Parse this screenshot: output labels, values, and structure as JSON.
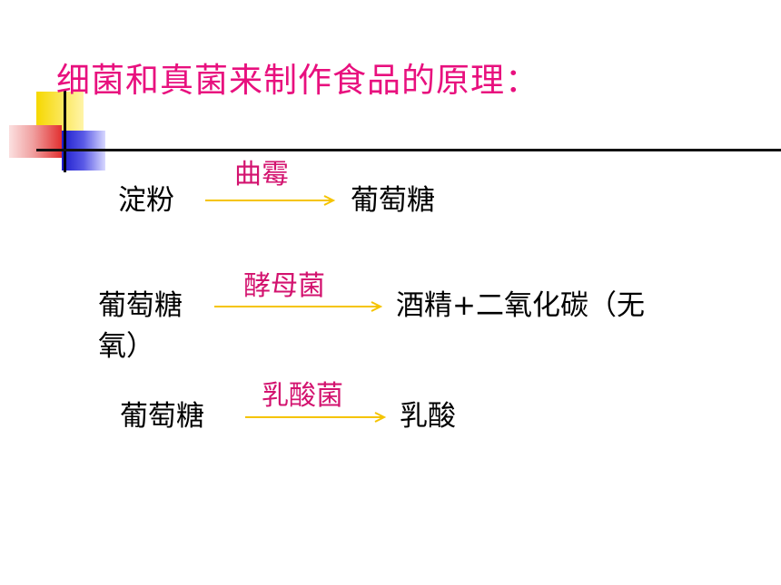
{
  "title": "细菌和真菌来制作食品的原理：",
  "reactions": [
    {
      "reactant": "淀粉",
      "agent": "曲霉",
      "product": "葡萄糖"
    },
    {
      "reactant": "葡萄糖",
      "agent": "酵母菌",
      "product_line1": "酒精+二氧化碳（无",
      "product_line2": "氧）"
    },
    {
      "reactant": "葡萄糖",
      "agent": "乳酸菌",
      "product": "乳酸"
    }
  ],
  "colors": {
    "title": "#e8107e",
    "agent_label": "#d3136f",
    "arrow": "#f5c400",
    "text": "#000000"
  }
}
